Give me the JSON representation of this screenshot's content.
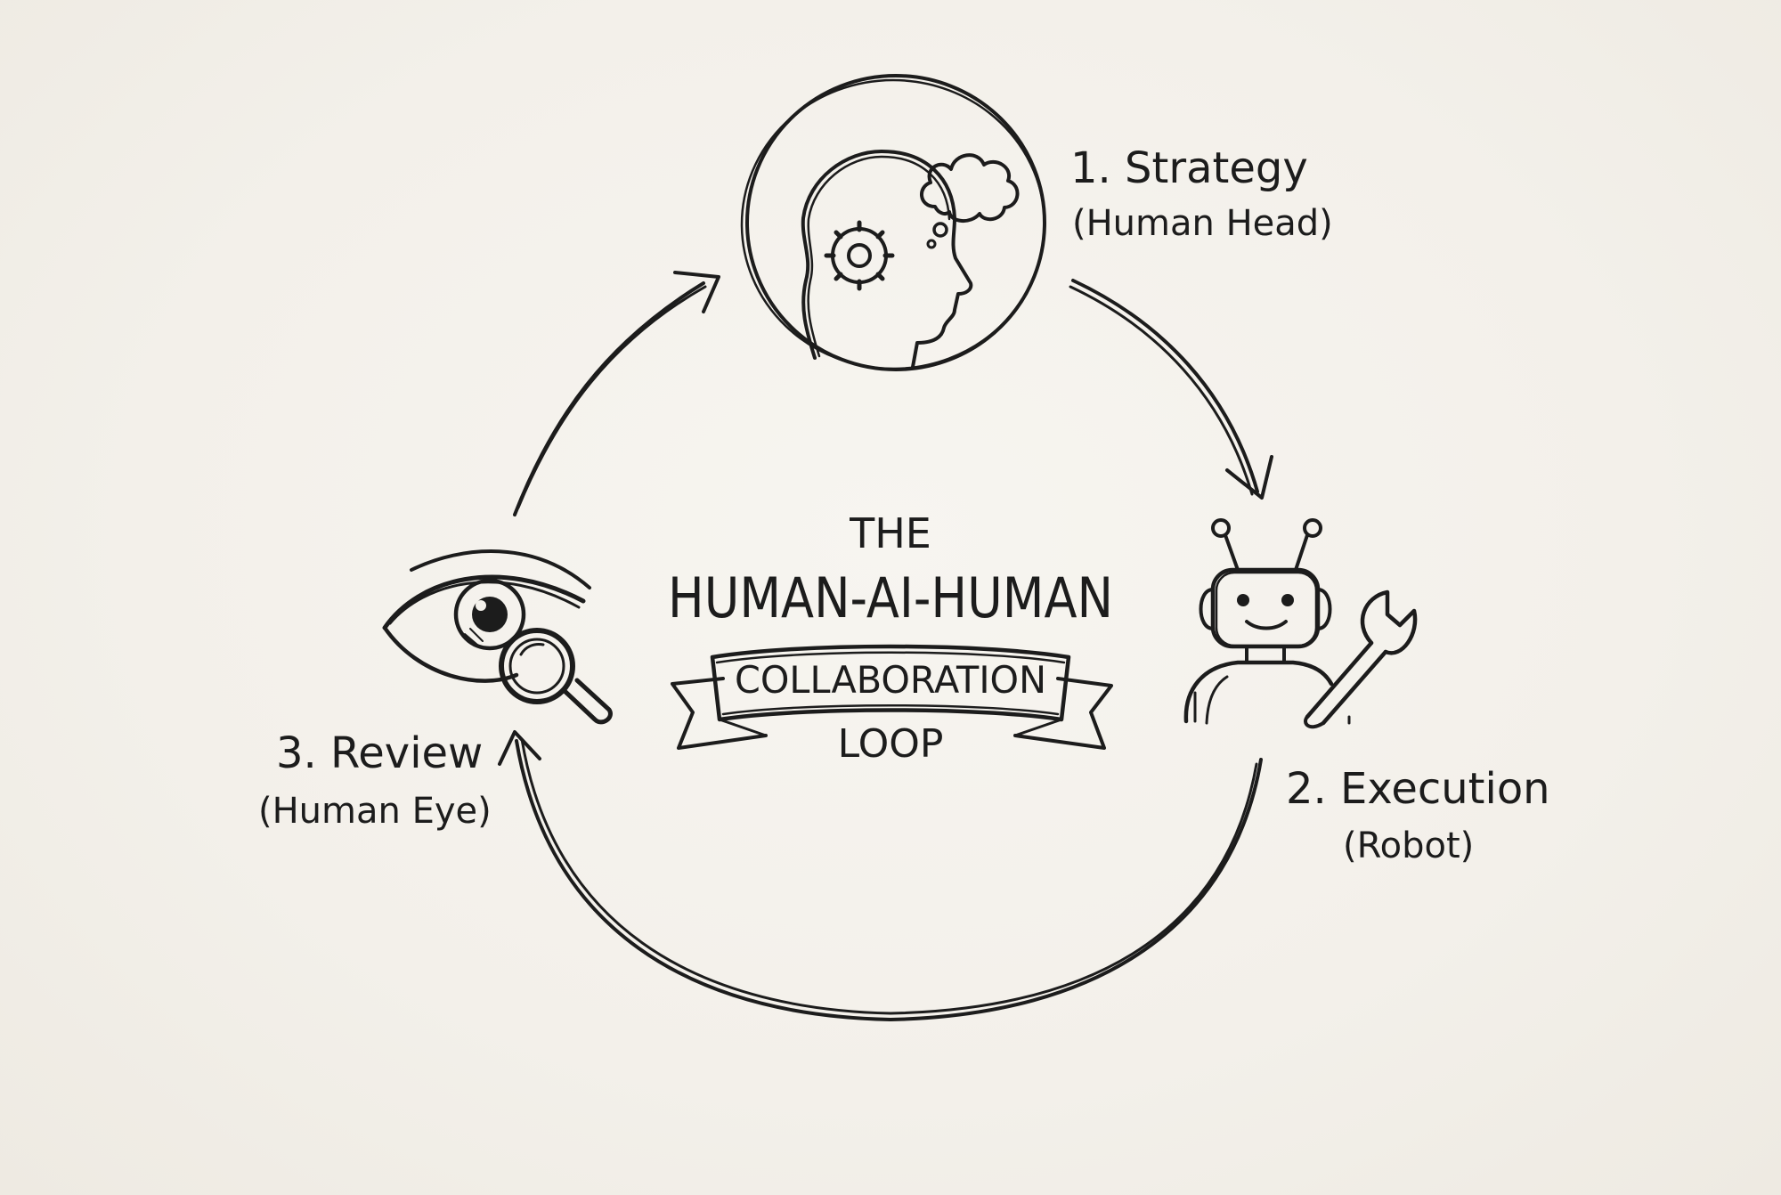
{
  "title": {
    "line1": "THE",
    "line2": "HUMAN-AI-HUMAN",
    "ribbon": "COLLABORATION",
    "line3": "LOOP"
  },
  "steps": [
    {
      "number_label": "1. Strategy",
      "sub_label": "(Human Head)",
      "icon": "human-head-gear-icon"
    },
    {
      "number_label": "2. Execution",
      "sub_label": "(Robot)",
      "icon": "robot-wrench-icon"
    },
    {
      "number_label": "3. Review",
      "sub_label": "(Human Eye)",
      "icon": "eye-magnifier-icon"
    }
  ],
  "colors": {
    "ink": "#1c1c1c",
    "paper": "#f4f1eb"
  }
}
